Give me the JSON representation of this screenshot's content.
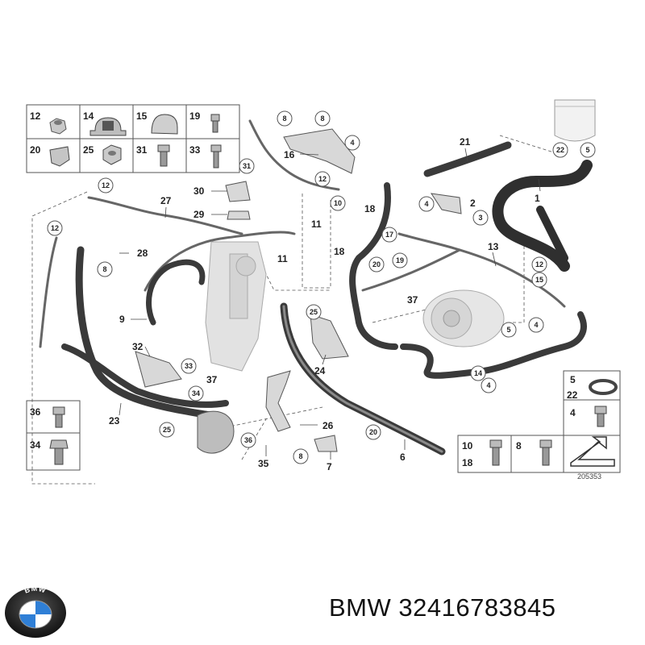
{
  "diagram": {
    "reference": "205353",
    "callouts": {
      "c1": "1",
      "c2": "2",
      "c3": "3",
      "c4": "4",
      "c5": "5",
      "c6": "6",
      "c7": "7",
      "c8": "8",
      "c9": "9",
      "c10": "10",
      "c11": "11",
      "c12": "12",
      "c13": "13",
      "c14": "14",
      "c15": "15",
      "c16": "16",
      "c17": "17",
      "c18": "18",
      "c19": "19",
      "c20": "20",
      "c21": "21",
      "c22": "22",
      "c23": "23",
      "c24": "24",
      "c25": "25",
      "c26": "26",
      "c27": "27",
      "c28": "28",
      "c29": "29",
      "c30": "30",
      "c31": "31",
      "c32": "32",
      "c33": "33",
      "c34": "34",
      "c35": "35",
      "c36": "36",
      "c37": "37"
    }
  },
  "brand": {
    "logo_text": "BMW",
    "caption": "BMW 32416783845"
  }
}
